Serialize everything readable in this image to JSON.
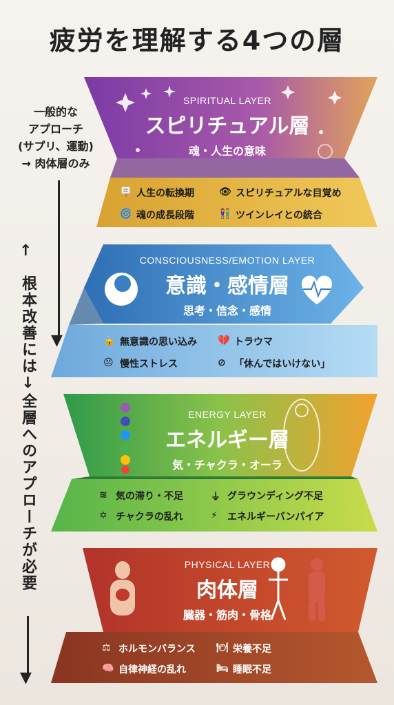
{
  "title": "疲労を理解する4つの層",
  "note": {
    "lines": [
      "一般的な",
      "アプローチ",
      "(サプリ、運動)",
      "→ 肉体層のみ"
    ],
    "vertical": "根本改善には↓全層へのアプローチが必要",
    "arrow_up": "↑",
    "arrow_down": "↓"
  },
  "layers": [
    {
      "en": "SPIRITUAL LAYER",
      "jp": "スピリチュアル層",
      "sub": "魂・人生の意味",
      "items": [
        "人生の転換期",
        "スピリチュアルな目覚め",
        "魂の成長段階",
        "ツインレイとの統合"
      ],
      "icons": [
        "signpost-icon",
        "eye-icon",
        "spiral-icon",
        "couple-icon"
      ],
      "colors": {
        "top": "#8e44b0",
        "band": "#e2b23c"
      }
    },
    {
      "en": "CONSCIOUSNESS/EMOTION LAYER",
      "jp": "意識・感情層",
      "sub": "思考・信念・感情",
      "items": [
        "無意識の思い込み",
        "トラウマ",
        "慢性ストレス",
        "「休んではいけない」"
      ],
      "icons": [
        "lock-head-icon",
        "broken-heart-icon",
        "stress-face-icon",
        "prohibited-icon"
      ],
      "colors": {
        "top": "#3a7fc4",
        "band": "#8ec3ea"
      }
    },
    {
      "en": "ENERGY LAYER",
      "jp": "エネルギー層",
      "sub": "気・チャクラ・オーラ",
      "items": [
        "気の滞り・不足",
        "グラウンディング不足",
        "チャクラの乱れ",
        "エネルギーバンパイア"
      ],
      "icons": [
        "wind-icon",
        "grounding-icon",
        "chakra-icon",
        "vampire-icon"
      ],
      "colors": {
        "top": "#4aa84a",
        "band": "#9dd14f"
      }
    },
    {
      "en": "PHYSICAL LAYER",
      "jp": "肉体層",
      "sub": "臓器・筋肉・骨格",
      "items": [
        "ホルモンバランス",
        "栄養不足",
        "自律神経の乱れ",
        "睡眠不足"
      ],
      "icons": [
        "scale-icon",
        "plate-icon",
        "brain-icon",
        "sleep-icon"
      ],
      "colors": {
        "top": "#c0392b",
        "band": "#a44a2a"
      }
    }
  ]
}
